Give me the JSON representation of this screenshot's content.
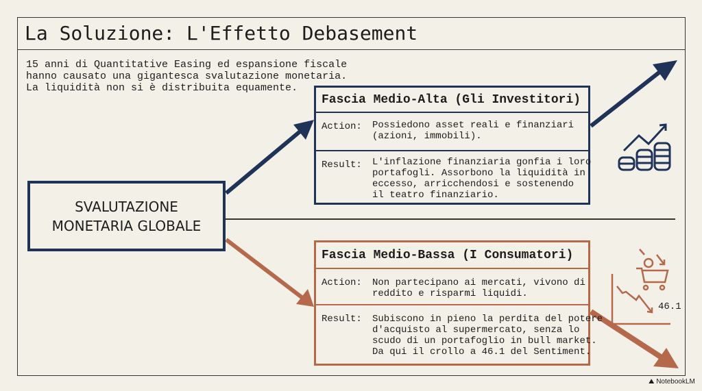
{
  "title": "La Soluzione: L'Effetto Debasement",
  "intro": "15 anni di Quantitative Easing ed espansione fiscale\nhanno causato una gigantesca svalutazione monetaria.\nLa liquidità non si è distribuita equamente.",
  "center": {
    "line1": "SVALUTAZIONE",
    "line2": "MONETARIA GLOBALE"
  },
  "upper": {
    "header": "Fascia Medio-Alta (Gli Investitori)",
    "action_label": "Action:",
    "action": "Possiedono asset reali e finanziari\n(azioni, immobili).",
    "result_label": "Result:",
    "result": "L'inflazione finanziaria gonfia i loro\nportafogli. Assorbono la liquidità in\neccesso, arricchendosi e sostenendo\nil teatro finanziario."
  },
  "lower": {
    "header": "Fascia Medio-Bassa (I Consumatori)",
    "action_label": "Action:",
    "action": "Non partecipano ai mercati, vivono di\nreddito e risparmi liquidi.",
    "result_label": "Result:",
    "result": "Subiscono in pieno la perdita del potere\nd'acquisto al supermercato, senza lo\nscudo di un portafoglio in bull market.\nDa qui il crollo a 46.1 del Sentiment."
  },
  "sentiment_value": "46.1",
  "brand": "NotebookLM",
  "colors": {
    "navy": "#1f3358",
    "rust": "#b5694a",
    "background": "#f3f0e8"
  }
}
